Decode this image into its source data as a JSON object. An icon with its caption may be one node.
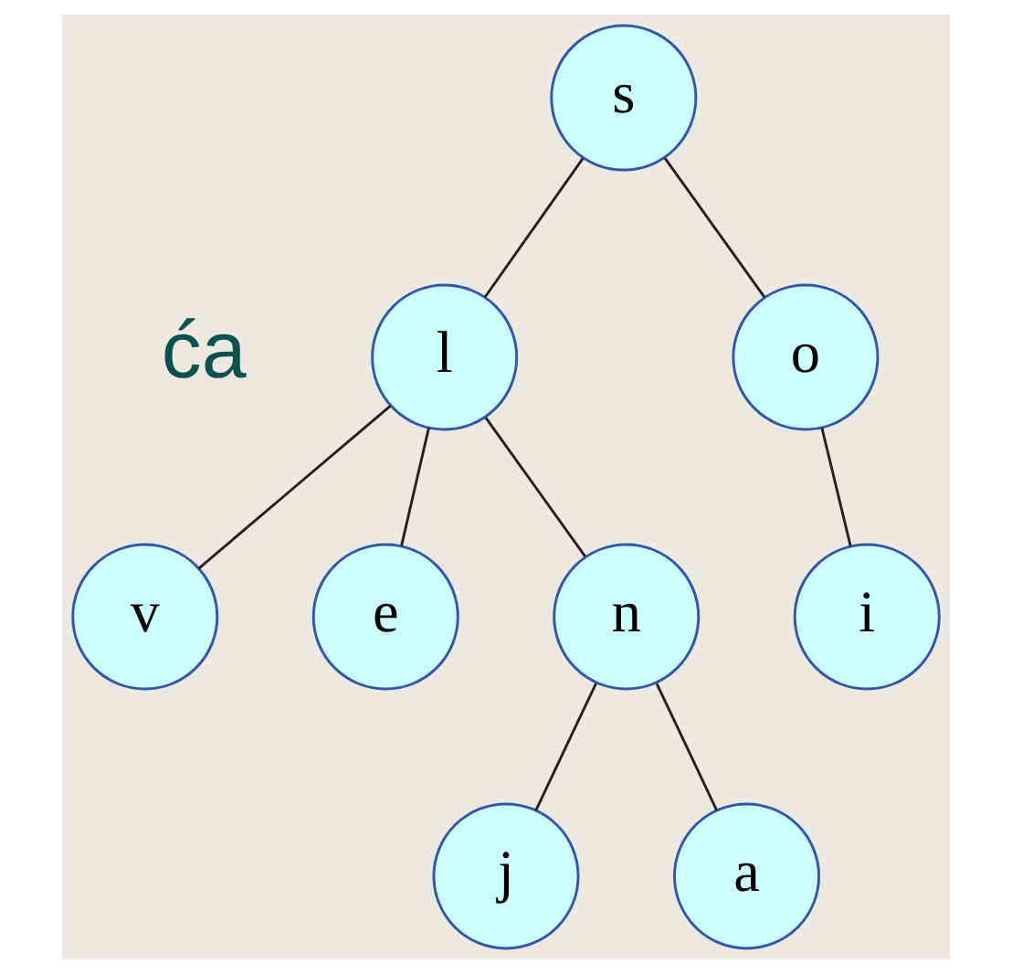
{
  "diagram": {
    "nodes": [
      {
        "text": [
          "s"
        ]
      },
      {
        "text": [
          "l"
        ]
      },
      {
        "text": [
          "o"
        ]
      },
      {
        "text": [
          "v"
        ]
      },
      {
        "text": [
          "e"
        ]
      },
      {
        "text": [
          "n"
        ]
      },
      {
        "text": [
          "i"
        ]
      },
      {
        "text": [
          "j"
        ]
      },
      {
        "text": [
          "a"
        ]
      }
    ],
    "edges": [
      {
        "from": 0,
        "to": 1,
        "arrow": "none"
      },
      {
        "from": 0,
        "to": 2,
        "arrow": "none"
      },
      {
        "from": 1,
        "to": 3,
        "arrow": "none"
      },
      {
        "from": 1,
        "to": 4,
        "arrow": "none"
      },
      {
        "from": 1,
        "to": 5,
        "arrow": "none"
      },
      {
        "from": 2,
        "to": 6,
        "arrow": "none"
      },
      {
        "from": 5,
        "to": 7,
        "arrow": "none"
      },
      {
        "from": 5,
        "to": 8,
        "arrow": "none"
      }
    ],
    "labels": [
      "ća"
    ]
  }
}
